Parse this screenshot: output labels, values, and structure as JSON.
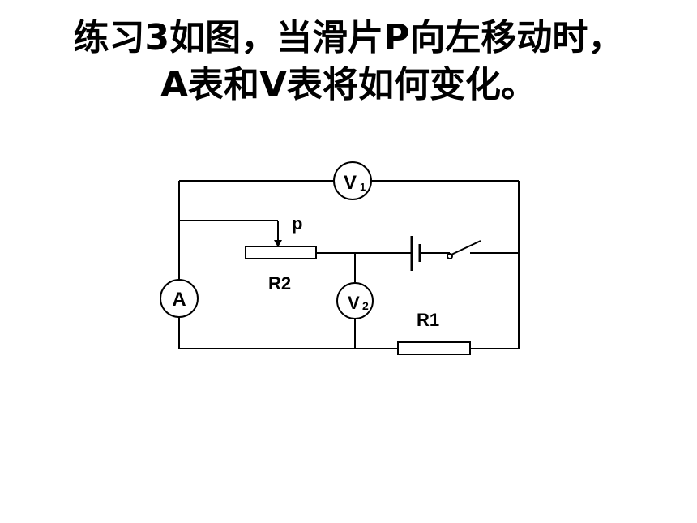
{
  "title": {
    "line1": "练习3如图，当滑片P向左移动时，",
    "line2": "A表和V表将如何变化。"
  },
  "circuit": {
    "meter_v1_letter": "V",
    "meter_v1_sub": "1",
    "meter_v2_letter": "V",
    "meter_v2_sub": "2",
    "meter_a": "A",
    "slider_label": "p",
    "r2_label": "R2",
    "r1_label": "R1"
  },
  "colors": {
    "ink": "#000000",
    "background": "#ffffff"
  }
}
